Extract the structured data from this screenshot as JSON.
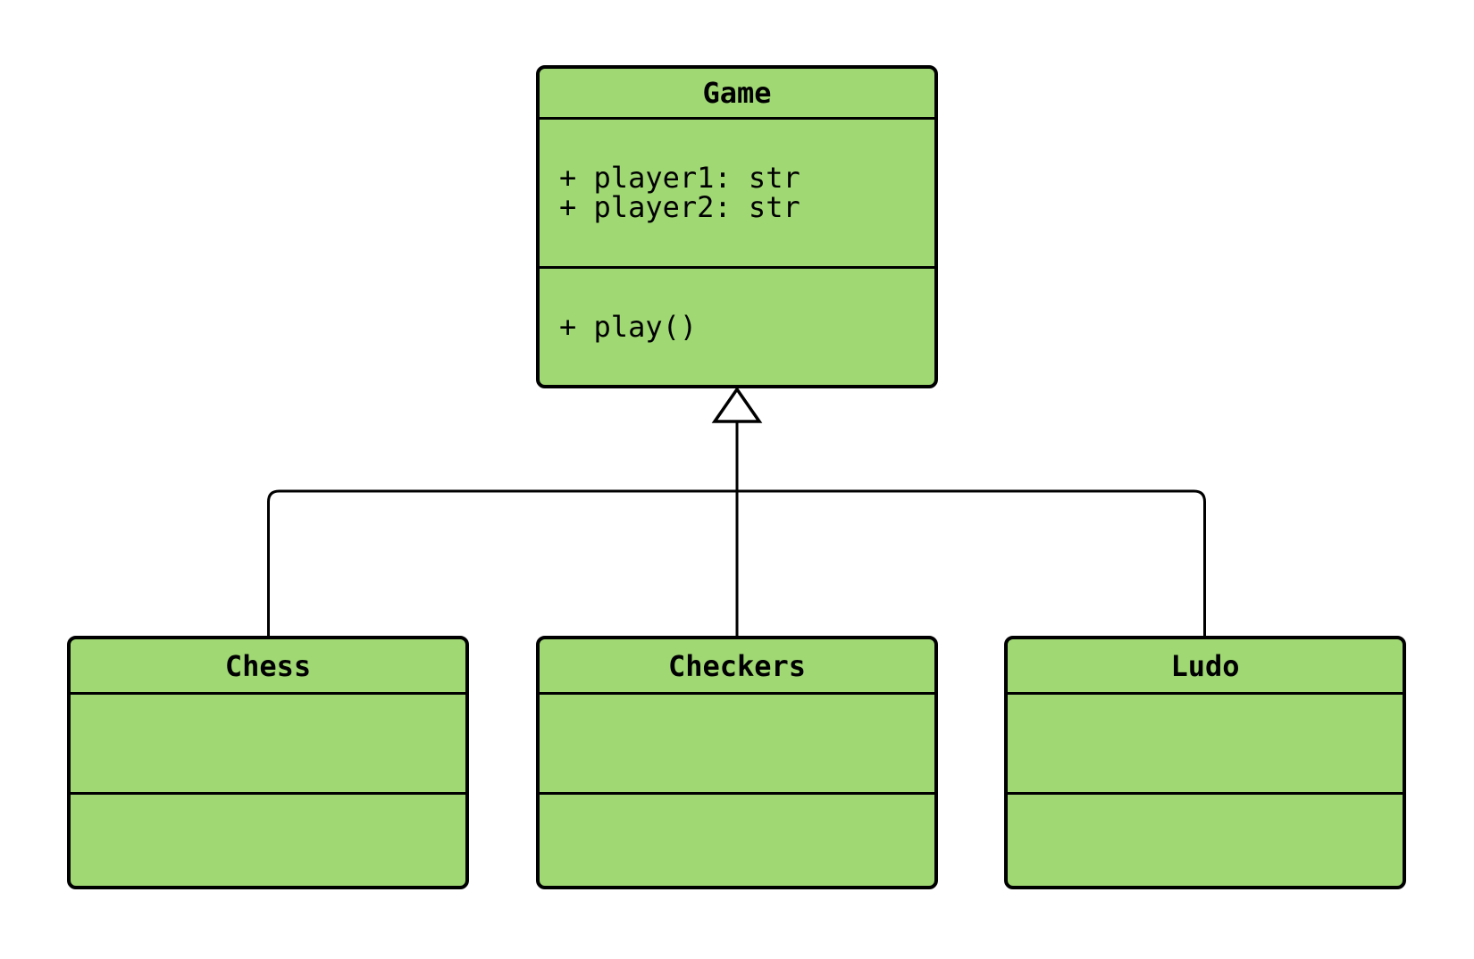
{
  "diagram": {
    "type": "uml-class-diagram",
    "background": "#ffffff",
    "colors": {
      "class_fill": "#a0d874",
      "class_border": "#000000",
      "connector": "#000000",
      "arrowhead_fill": "#ffffff"
    },
    "classes": [
      {
        "id": "game",
        "name": "Game",
        "attributes": [
          "+ player1: str",
          "+ player2: str"
        ],
        "methods": [
          "+ play()"
        ]
      },
      {
        "id": "chess",
        "name": "Chess",
        "attributes": [],
        "methods": []
      },
      {
        "id": "checkers",
        "name": "Checkers",
        "attributes": [],
        "methods": []
      },
      {
        "id": "ludo",
        "name": "Ludo",
        "attributes": [],
        "methods": []
      }
    ],
    "relationships": [
      {
        "type": "inheritance",
        "from": "Chess",
        "to": "Game"
      },
      {
        "type": "inheritance",
        "from": "Checkers",
        "to": "Game"
      },
      {
        "type": "inheritance",
        "from": "Ludo",
        "to": "Game"
      }
    ]
  }
}
